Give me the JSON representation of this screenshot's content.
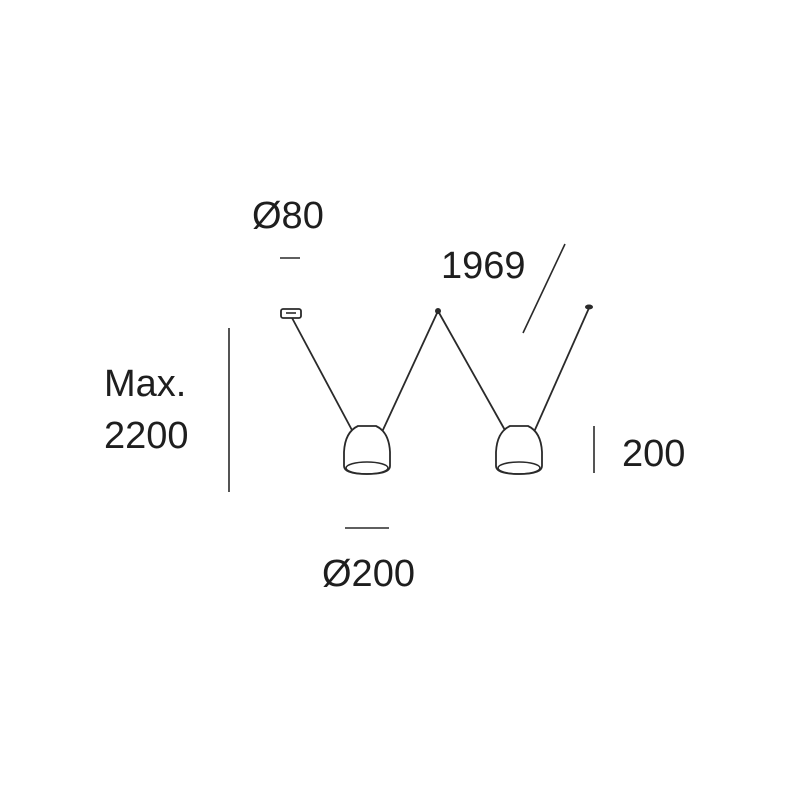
{
  "dimensions": {
    "canopy_diameter": "Ø80",
    "cable_length": "1969",
    "max_height_line1": "Max.",
    "max_height_line2": "2200",
    "shade_height": "200",
    "shade_diameter": "Ø200"
  }
}
